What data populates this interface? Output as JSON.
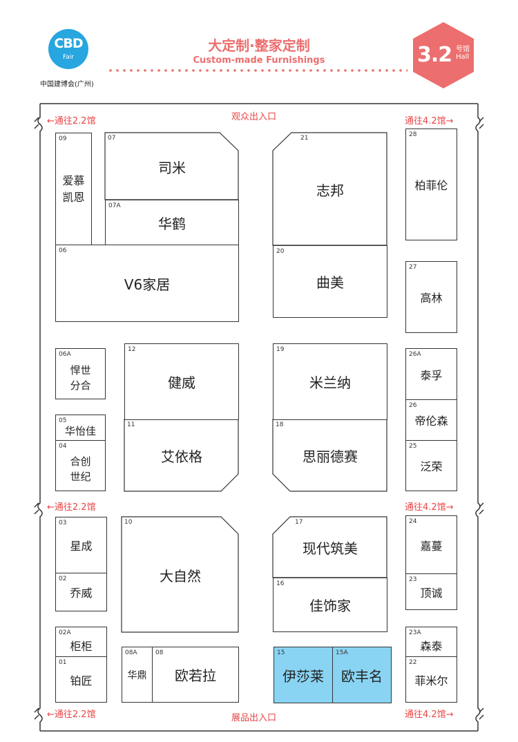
{
  "header": {
    "logo_text": "CBD",
    "logo_sub": "Fair",
    "logo_caption": "中国建博会(广州)",
    "title_cn": "大定制·整家定制",
    "title_en": "Custom-made Furnishings",
    "hall_number": "3.2",
    "hall_label_cn": "号馆",
    "hall_label_en": "Hall"
  },
  "signs": {
    "audience_entrance": "观众出入口",
    "exhibit_entrance": "展品出入口",
    "to_22_top": "←通往2.2馆",
    "to_22_mid": "←通往2.2馆",
    "to_22_bot": "←通往2.2馆",
    "to_42_top": "通往4.2馆→",
    "to_42_mid": "通往4.2馆→",
    "to_42_bot": "通往4.2馆→"
  },
  "booths": {
    "b09": {
      "no": "09",
      "name": "爱慕\n凯恩"
    },
    "b07": {
      "no": "07",
      "name": "司米"
    },
    "b07a": {
      "no": "07A",
      "name": "华鹤"
    },
    "b06": {
      "no": "06",
      "name": "V6家居"
    },
    "b21": {
      "no": "21",
      "name": "志邦"
    },
    "b20": {
      "no": "20",
      "name": "曲美"
    },
    "b28": {
      "no": "28",
      "name": "柏菲伦"
    },
    "b27": {
      "no": "27",
      "name": "高林"
    },
    "b06a": {
      "no": "06A",
      "name": "悍世\n分合"
    },
    "b05": {
      "no": "05",
      "name": "华怡佳"
    },
    "b04": {
      "no": "04",
      "name": "合创\n世纪"
    },
    "b12": {
      "no": "12",
      "name": "健威"
    },
    "b11": {
      "no": "11",
      "name": "艾依格"
    },
    "b19": {
      "no": "19",
      "name": "米兰纳"
    },
    "b18": {
      "no": "18",
      "name": "思丽德赛"
    },
    "b26a": {
      "no": "26A",
      "name": "泰孚"
    },
    "b26": {
      "no": "26",
      "name": "帝伦森"
    },
    "b25": {
      "no": "25",
      "name": "泛荣"
    },
    "b03": {
      "no": "03",
      "name": "星成"
    },
    "b02": {
      "no": "02",
      "name": "乔威"
    },
    "b10": {
      "no": "10",
      "name": "大自然"
    },
    "b17": {
      "no": "17",
      "name": "现代筑美"
    },
    "b16": {
      "no": "16",
      "name": "佳饰家"
    },
    "b24": {
      "no": "24",
      "name": "嘉蔓"
    },
    "b23": {
      "no": "23",
      "name": "顶诚"
    },
    "b02a": {
      "no": "02A",
      "name": "柜柜"
    },
    "b01": {
      "no": "01",
      "name": "铂匠"
    },
    "b08a": {
      "no": "08A",
      "name": "华鼎"
    },
    "b08": {
      "no": "08",
      "name": "欧若拉"
    },
    "b15": {
      "no": "15",
      "name": "伊莎莱"
    },
    "b15a": {
      "no": "15A",
      "name": "欧丰名"
    },
    "b23a": {
      "no": "23A",
      "name": "森泰"
    },
    "b22": {
      "no": "22",
      "name": "菲米尔"
    }
  },
  "colors": {
    "accent_red": "#ec6e6e",
    "logo_blue": "#27a6e0",
    "highlight_booth": "#89d4f3"
  }
}
